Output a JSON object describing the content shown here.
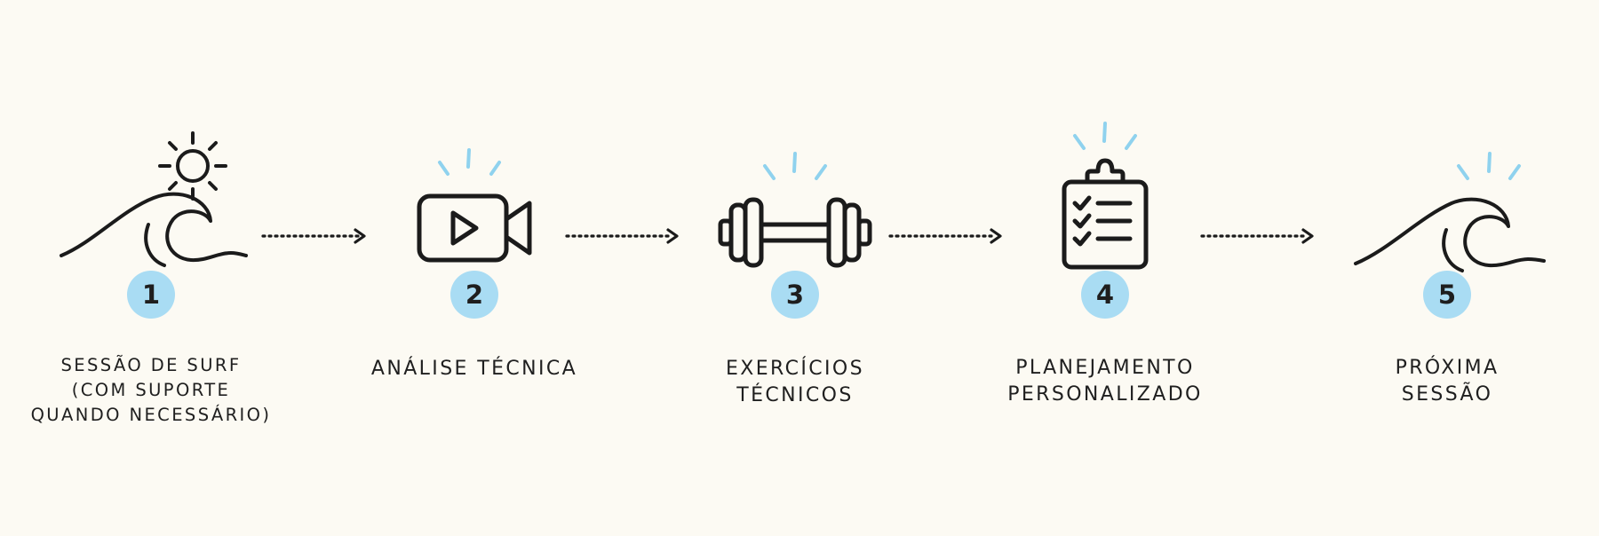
{
  "colors": {
    "background": "#fcfaf3",
    "badge": "#a9dcf3",
    "ink": "#1b1b1b",
    "rays": "#8fd2ee"
  },
  "steps": [
    {
      "number": "1",
      "icon": "wave-with-sun-icon",
      "label_lines": [
        "SESSÃO DE SURF",
        "(COM SUPORTE",
        "QUANDO NECESSÁRIO)"
      ]
    },
    {
      "number": "2",
      "icon": "video-camera-icon",
      "label_lines": [
        "ANÁLISE TÉCNICA"
      ]
    },
    {
      "number": "3",
      "icon": "dumbbell-icon",
      "label_lines": [
        "EXERCÍCIOS",
        "TÉCNICOS"
      ]
    },
    {
      "number": "4",
      "icon": "clipboard-checklist-icon",
      "label_lines": [
        "PLANEJAMENTO",
        "PERSONALIZADO"
      ]
    },
    {
      "number": "5",
      "icon": "wave-icon",
      "label_lines": [
        "PRÓXIMA",
        "SESSÃO"
      ]
    }
  ],
  "connectors": [
    "arrow-icon",
    "arrow-icon",
    "arrow-icon",
    "arrow-icon"
  ]
}
